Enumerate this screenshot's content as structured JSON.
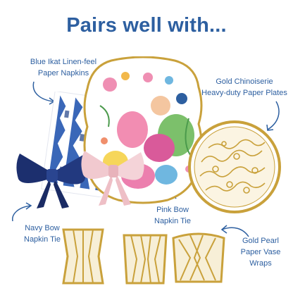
{
  "heading": "Pairs well with...",
  "products": {
    "napkins": {
      "line1": "Blue Ikat Linen-feel",
      "line2": "Paper Napkins"
    },
    "plates": {
      "line1": "Gold Chinoiserie",
      "line2": "Heavy-duty Paper Plates"
    },
    "pink_bow": {
      "line1": "Pink Bow",
      "line2": "Napkin Tie"
    },
    "navy_bow": {
      "line1": "Navy Bow",
      "line2": "Napkin Tie"
    },
    "vases": {
      "line1": "Gold Pearl",
      "line2": "Paper Vase",
      "line3": "Wraps"
    }
  },
  "colors": {
    "accent": "#2d5fa0",
    "gold": "#c9a13b",
    "navy": "#1c2f6e",
    "pink": "#f1c9cf",
    "ikat_blue": "#3a67b8"
  },
  "icons": [
    "curved-arrow-icon"
  ]
}
